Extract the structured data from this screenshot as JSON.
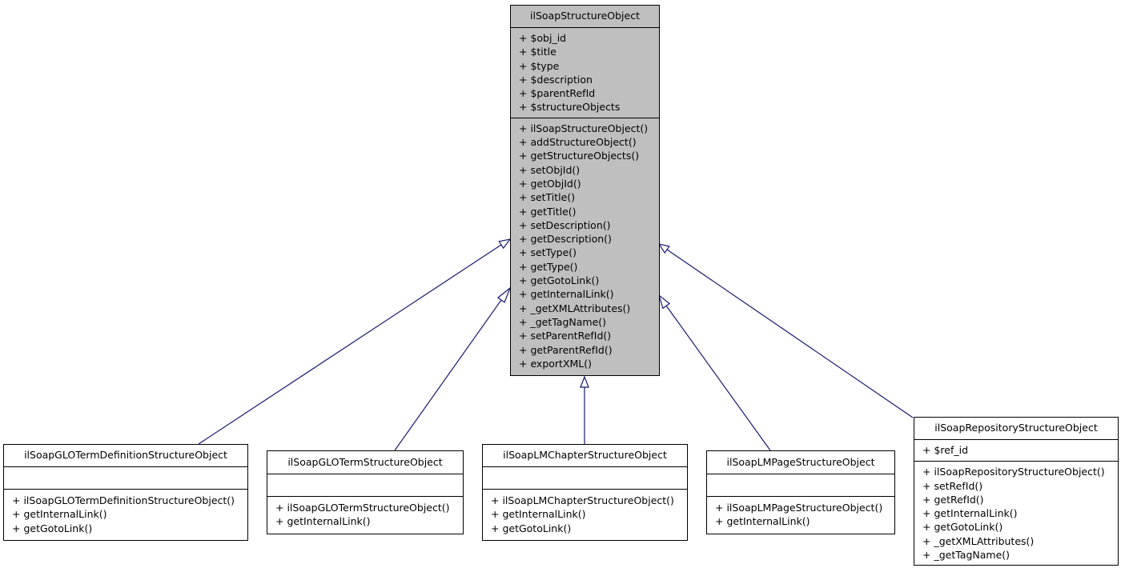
{
  "base": {
    "name": "ilSoapStructureObject",
    "attributes": [
      "+ $obj_id",
      "+ $title",
      "+ $type",
      "+ $description",
      "+ $parentRefId",
      "+ $structureObjects"
    ],
    "methods": [
      "+ ilSoapStructureObject()",
      "+ addStructureObject()",
      "+ getStructureObjects()",
      "+ setObjId()",
      "+ getObjId()",
      "+ setTitle()",
      "+ getTitle()",
      "+ setDescription()",
      "+ getDescription()",
      "+ setType()",
      "+ getType()",
      "+ getGotoLink()",
      "+ getInternalLink()",
      "+ _getXMLAttributes()",
      "+ _getTagName()",
      "+ setParentRefId()",
      "+ getParentRefId()",
      "+ exportXML()"
    ]
  },
  "subclasses": [
    {
      "name": "ilSoapGLOTermDefinitionStructureObject",
      "attributes": [],
      "methods": [
        "+ ilSoapGLOTermDefinitionStructureObject()",
        "+ getInternalLink()",
        "+ getGotoLink()"
      ]
    },
    {
      "name": "ilSoapGLOTermStructureObject",
      "attributes": [],
      "methods": [
        "+ ilSoapGLOTermStructureObject()",
        "+ getInternalLink()"
      ]
    },
    {
      "name": "ilSoapLMChapterStructureObject",
      "attributes": [],
      "methods": [
        "+ ilSoapLMChapterStructureObject()",
        "+ getInternalLink()",
        "+ getGotoLink()"
      ]
    },
    {
      "name": "ilSoapLMPageStructureObject",
      "attributes": [],
      "methods": [
        "+ ilSoapLMPageStructureObject()",
        "+ getInternalLink()"
      ]
    },
    {
      "name": "ilSoapRepositoryStructureObject",
      "attributes": [
        "+ $ref_id"
      ],
      "methods": [
        "+ ilSoapRepositoryStructureObject()",
        "+ setRefId()",
        "+ getRefId()",
        "+ getInternalLink()",
        "+ getGotoLink()",
        "+ _getXMLAttributes()",
        "+ _getTagName()"
      ]
    }
  ],
  "colors": {
    "base_fill": "#bfbfbf",
    "edge": "#191970"
  }
}
